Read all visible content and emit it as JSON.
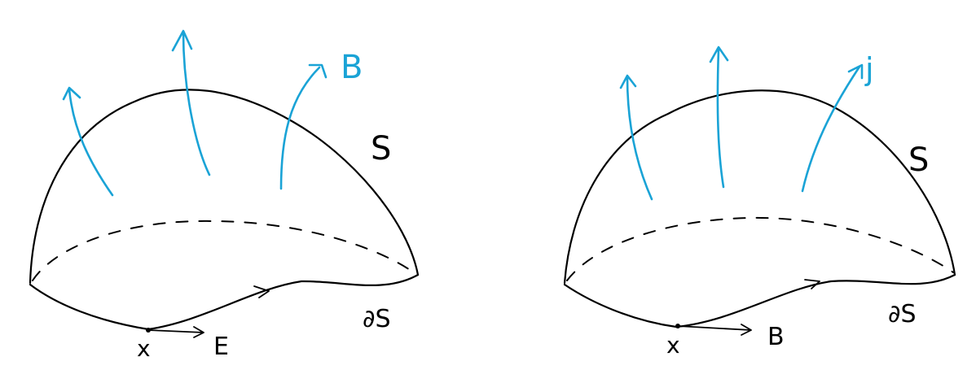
{
  "left_diagram": {
    "surface_label": "S",
    "boundary_label": "∂S",
    "point_label": "x",
    "boundary_vector_label": "E",
    "flux_field_label": "B"
  },
  "right_diagram": {
    "surface_label": "S",
    "boundary_label": "∂S",
    "point_label": "x",
    "boundary_vector_label": "B",
    "flux_field_label": "j"
  },
  "colors": {
    "flux_arrows": "#1aa3d6",
    "surface": "#000000"
  }
}
